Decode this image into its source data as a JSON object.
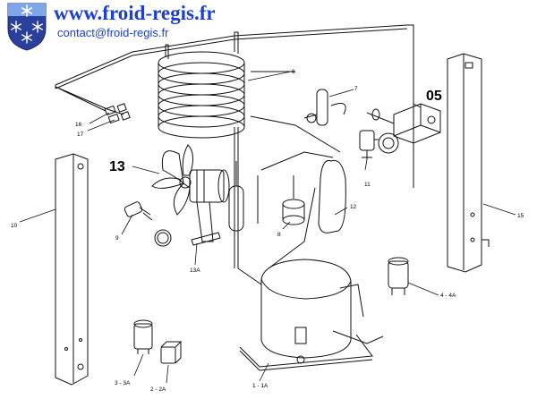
{
  "header": {
    "site_url": "www.froid-regis.fr",
    "contact_email": "contact@froid-regis.fr",
    "logo_color": "#2a3f9a",
    "link_color": "#1b3fd6"
  },
  "diagram": {
    "parts": [
      {
        "id": "p05",
        "text": "05"
      },
      {
        "id": "p13",
        "text": "13"
      },
      {
        "id": "p6",
        "text": "6"
      },
      {
        "id": "p7",
        "text": "7"
      },
      {
        "id": "p16",
        "text": "16"
      },
      {
        "id": "p17",
        "text": "17"
      },
      {
        "id": "p11",
        "text": "11"
      },
      {
        "id": "p12",
        "text": "12"
      },
      {
        "id": "p10",
        "text": "10"
      },
      {
        "id": "p15",
        "text": "15"
      },
      {
        "id": "p9",
        "text": "9"
      },
      {
        "id": "p8",
        "text": "8"
      },
      {
        "id": "p13A",
        "text": "13A"
      },
      {
        "id": "p44A",
        "text": "4 - 4A"
      },
      {
        "id": "p33A",
        "text": "3 - 3A"
      },
      {
        "id": "p22A",
        "text": "2 - 2A"
      },
      {
        "id": "p11A",
        "text": "1 - 1A"
      }
    ]
  }
}
